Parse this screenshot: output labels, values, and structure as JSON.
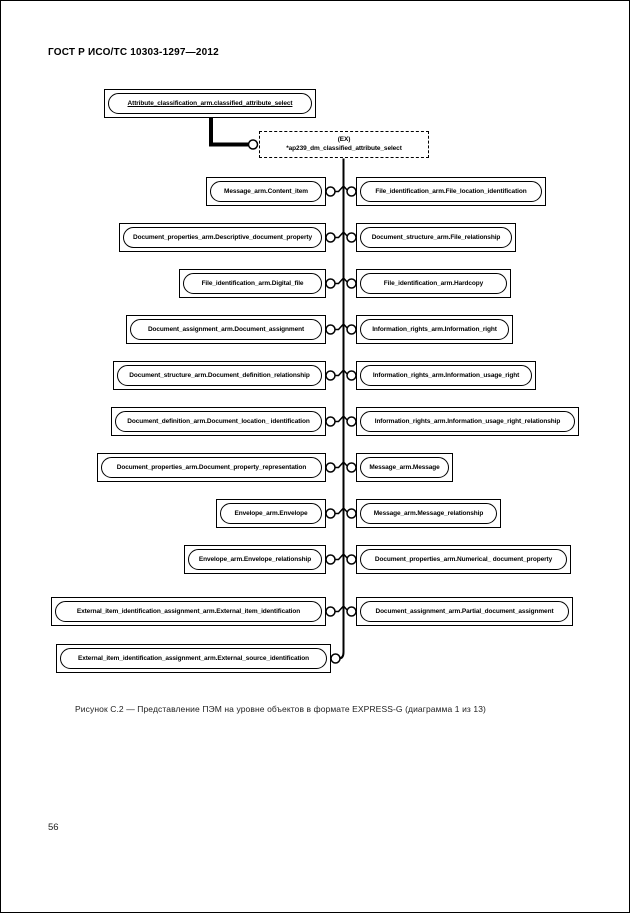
{
  "page": {
    "header": "ГОСТ Р ИСО/ТС 10303-1297—2012",
    "caption": "Рисунок  С.2 — Представление ПЭМ на уровне объектов в формате EXPRESS-G (диаграмма 1 из 13)",
    "page_number": "56"
  },
  "diagram": {
    "type": "express-g-entity-level",
    "root": "Attribute_classification_arm.classified_attribute_select",
    "reference": {
      "tag": "(EX)",
      "name": "*ap239_dm_classified_attribute_select"
    },
    "rows": [
      {
        "left": "Message_arm.Content_item",
        "right": "File_identification_arm.File_location_identification"
      },
      {
        "left": "Document_properties_arm.Descriptive_document_property",
        "right": "Document_structure_arm.File_relationship"
      },
      {
        "left": "File_identification_arm.Digital_file",
        "right": "File_identification_arm.Hardcopy"
      },
      {
        "left": "Document_assignment_arm.Document_assignment",
        "right": "Information_rights_arm.Information_right"
      },
      {
        "left": "Document_structure_arm.Document_definition_relationship",
        "right": "Information_rights_arm.Information_usage_right"
      },
      {
        "left": "Document_definition_arm.Document_location_ identification",
        "right": "Information_rights_arm.Information_usage_right_relationship"
      },
      {
        "left": "Document_properties_arm.Document_property_representation",
        "right": "Message_arm.Message"
      },
      {
        "left": "Envelope_arm.Envelope",
        "right": "Message_arm.Message_relationship"
      },
      {
        "left": "Envelope_arm.Envelope_relationship",
        "right": "Document_properties_arm.Numerical_ document_property"
      },
      {
        "left": "External_item_identification_assignment_arm.External_item_identification",
        "right": "Document_assignment_arm.Partial_document_assignment"
      },
      {
        "left": "External_item_identification_assignment_arm.External_source_identification",
        "right": null
      }
    ]
  }
}
